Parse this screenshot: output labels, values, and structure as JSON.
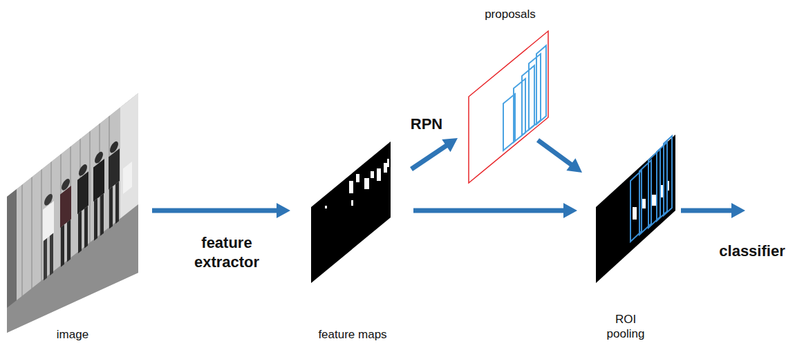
{
  "diagram": {
    "nodes": [
      {
        "text": [
          "image"
        ]
      },
      {
        "text": [
          "feature maps"
        ]
      },
      {
        "text": [
          "proposals"
        ]
      },
      {
        "text": [
          "ROI pooling"
        ]
      }
    ],
    "edges": [
      {
        "from": 0,
        "to": 1,
        "arrow": "to",
        "label": "feature extractor"
      },
      {
        "from": 1,
        "to": 2,
        "arrow": "to",
        "label": "RPN"
      },
      {
        "from": 2,
        "to": 3,
        "arrow": "to"
      },
      {
        "from": 1,
        "to": 3,
        "arrow": "to"
      }
    ],
    "labels": [
      "classifier"
    ]
  }
}
